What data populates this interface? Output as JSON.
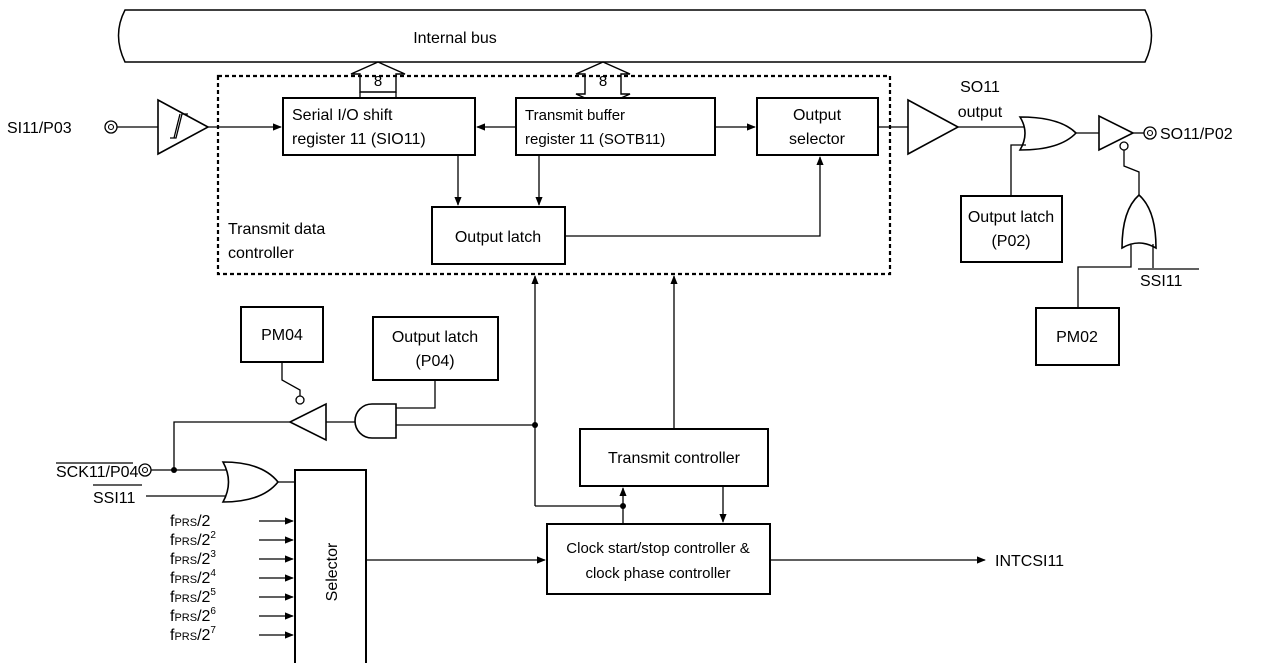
{
  "internal_bus": {
    "label": "Internal bus",
    "width_top": "8",
    "width_right": "8"
  },
  "pins": {
    "si": "SI11/P03",
    "so": "SO11/P02",
    "sck": "SCK11/P04",
    "ssi_left": "SSI11",
    "ssi_right": "SSI11"
  },
  "blocks": {
    "sio_line1": "Serial I/O shift",
    "sio_line2": "register 11 (SIO11)",
    "sotb_line1": "Transmit buffer",
    "sotb_line2": "register 11 (SOTB11)",
    "outsel_line1": "Output",
    "outsel_line2": "selector",
    "outlatch": "Output latch",
    "tdc_line1": "Transmit data",
    "tdc_line2": "controller",
    "so_output_line1": "SO11",
    "so_output_line2": "output",
    "latch_p02_line1": "Output latch",
    "latch_p02_line2": "(P02)",
    "pm02": "PM02",
    "pm04": "PM04",
    "latch_p04_line1": "Output latch",
    "latch_p04_line2": "(P04)",
    "transmit_controller": "Transmit controller",
    "clock_line1": "Clock start/stop controller &",
    "clock_line2": "clock phase controller",
    "selector": "Selector",
    "intcsi": "INTCSI11"
  },
  "clock_inputs": [
    {
      "base": "f",
      "sub": "PRS",
      "div": "/2",
      "exp": ""
    },
    {
      "base": "f",
      "sub": "PRS",
      "div": "/2",
      "exp": "2"
    },
    {
      "base": "f",
      "sub": "PRS",
      "div": "/2",
      "exp": "3"
    },
    {
      "base": "f",
      "sub": "PRS",
      "div": "/2",
      "exp": "4"
    },
    {
      "base": "f",
      "sub": "PRS",
      "div": "/2",
      "exp": "5"
    },
    {
      "base": "f",
      "sub": "PRS",
      "div": "/2",
      "exp": "6"
    },
    {
      "base": "f",
      "sub": "PRS",
      "div": "/2",
      "exp": "7"
    }
  ]
}
